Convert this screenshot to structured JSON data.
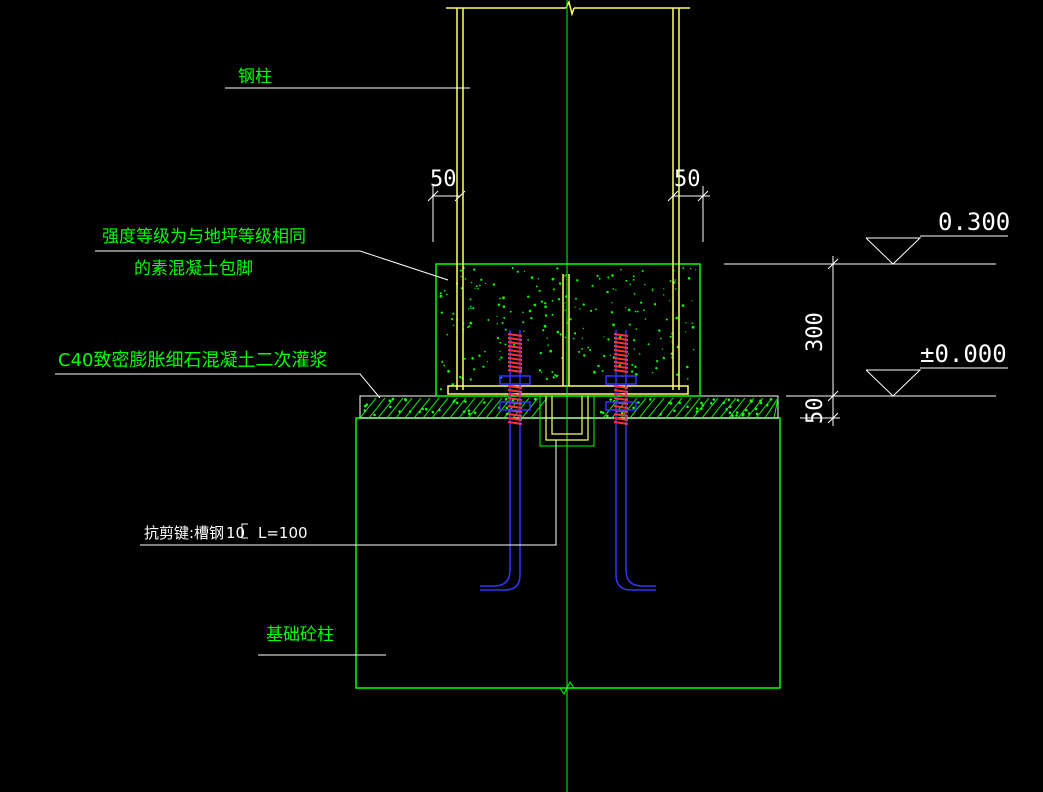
{
  "labels": {
    "steel_column": "钢柱",
    "encasement_line1": "强度等级为与地坪等级相同",
    "encasement_line2": "的素混凝土包脚",
    "grout": "C40致密膨胀细石混凝土二次灌浆",
    "shear_key_prefix": "抗剪键:槽钢",
    "shear_key_size": "10",
    "shear_key_length": "L=100",
    "foundation": "基础砼柱"
  },
  "dimensions": {
    "left_width": "50",
    "right_width": "50",
    "height_300": "300",
    "height_50": "50"
  },
  "elevations": {
    "top": "0.300",
    "ground": "±0.000"
  },
  "colors": {
    "background": "#000000",
    "green": "#00ff00",
    "yellow": "#ffff66",
    "white": "#ffffff",
    "blue": "#3333ff",
    "red": "#ff3333"
  }
}
